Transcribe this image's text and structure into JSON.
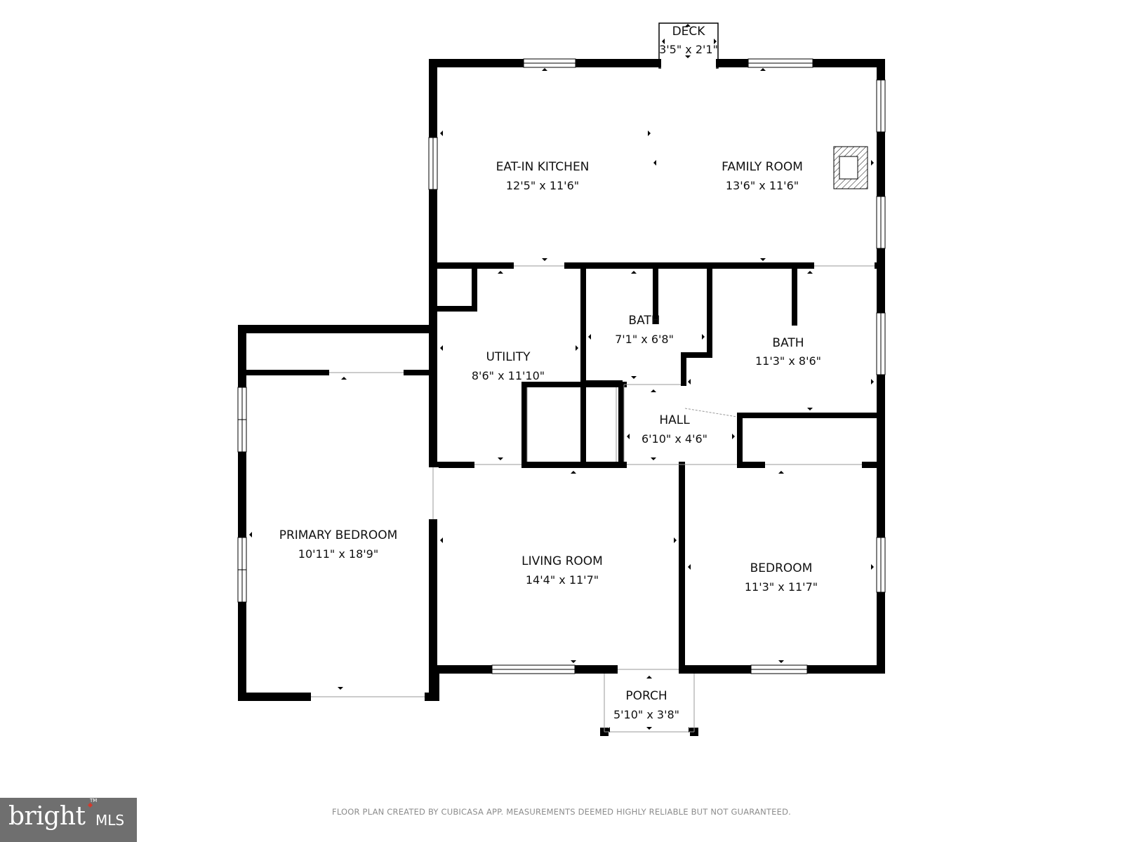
{
  "rooms": {
    "deck": {
      "name": "DECK",
      "dims": "3'5\" x 2'1\""
    },
    "kitchen": {
      "name": "EAT-IN KITCHEN",
      "dims": "12'5\" x 11'6\""
    },
    "family": {
      "name": "FAMILY ROOM",
      "dims": "13'6\" x 11'6\""
    },
    "bath_small": {
      "name": "BATH",
      "dims": "7'1\" x 6'8\""
    },
    "bath_large": {
      "name": "BATH",
      "dims": "11'3\" x 8'6\""
    },
    "utility": {
      "name": "UTILITY",
      "dims": "8'6\" x 11'10\""
    },
    "hall": {
      "name": "HALL",
      "dims": "6'10\" x 4'6\""
    },
    "primary": {
      "name": "PRIMARY BEDROOM",
      "dims": "10'11\" x 18'9\""
    },
    "living": {
      "name": "LIVING ROOM",
      "dims": "14'4\" x 11'7\""
    },
    "bedroom": {
      "name": "BEDROOM",
      "dims": "11'3\" x 11'7\""
    },
    "porch": {
      "name": "PORCH",
      "dims": "5'10\" x 3'8\""
    }
  },
  "footer": {
    "disclaimer": "FLOOR PLAN CREATED BY CUBICASA APP. MEASUREMENTS DEEMED HIGHLY RELIABLE BUT NOT GUARANTEED."
  },
  "logo": {
    "word": "bright",
    "suffix": "MLS",
    "tm": "TM"
  },
  "colors": {
    "wall": "#000000",
    "background": "#ffffff",
    "logo_bg": "#6f6f6f",
    "logo_accent": "#d23a2c",
    "footer_text": "#8c8c8c"
  }
}
